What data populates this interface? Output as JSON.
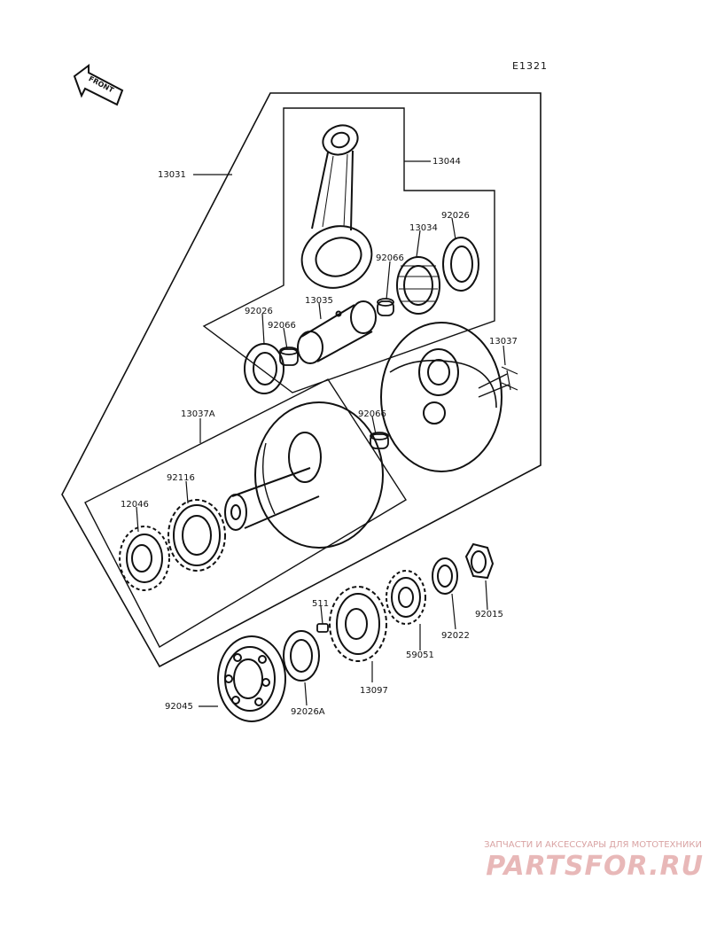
{
  "diagram": {
    "code": "E1321",
    "front_label": "FRONT"
  },
  "part_numbers": {
    "p13031": "13031",
    "p13044": "13044",
    "p92026_top": "92026",
    "p13034": "13034",
    "p92066_a": "92066",
    "p92026_left": "92026",
    "p13035": "13035",
    "p92066_b": "92066",
    "p13037": "13037",
    "p13037A": "13037A",
    "p92066_c": "92066",
    "p92116": "92116",
    "p12046": "12046",
    "p511": "511",
    "p92015": "92015",
    "p92022": "92022",
    "p59051": "59051",
    "p13097": "13097",
    "p92045": "92045",
    "p92026A": "92026A"
  },
  "watermark": {
    "tagline": "ЗАПЧАСТИ И АКСЕССУАРЫ ДЛЯ МОТОТЕХНИКИ",
    "logo": "PARTSFOR.RU"
  },
  "colors": {
    "ink": "#111111",
    "watermark": "#e8b8b8"
  }
}
